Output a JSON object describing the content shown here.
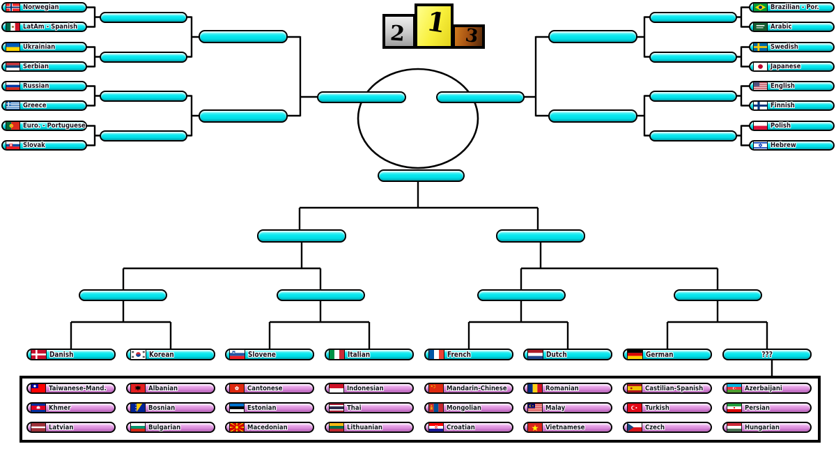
{
  "podium": {
    "first": "1",
    "second": "2",
    "third": "3"
  },
  "left_bracket": {
    "slots": [
      {
        "label": "Norwegian",
        "flag": "norway"
      },
      {
        "label": "LatAm - Spanish",
        "flag": "mexico"
      },
      {
        "label": "Ukrainian",
        "flag": "ukraine"
      },
      {
        "label": "Serbian",
        "flag": "serbia"
      },
      {
        "label": "Russian",
        "flag": "russia"
      },
      {
        "label": "Greece",
        "flag": "greece"
      },
      {
        "label": "Euro. - Portuguese",
        "flag": "portugal"
      },
      {
        "label": "Slovak",
        "flag": "slovakia"
      }
    ]
  },
  "right_bracket": {
    "slots": [
      {
        "label": "Brazilian - Por.",
        "flag": "brazil"
      },
      {
        "label": "Arabic",
        "flag": "saudi-arabia"
      },
      {
        "label": "Swedish",
        "flag": "sweden"
      },
      {
        "label": "Japanese",
        "flag": "japan"
      },
      {
        "label": "English",
        "flag": "usa"
      },
      {
        "label": "Finnish",
        "flag": "finland"
      },
      {
        "label": "Polish",
        "flag": "poland"
      },
      {
        "label": "Hebrew",
        "flag": "israel"
      }
    ]
  },
  "lower_bracket": {
    "slots": [
      {
        "label": "Danish",
        "flag": "denmark"
      },
      {
        "label": "Korean",
        "flag": "south-korea"
      },
      {
        "label": "Slovene",
        "flag": "slovenia"
      },
      {
        "label": "Italian",
        "flag": "italy"
      },
      {
        "label": "French",
        "flag": "france"
      },
      {
        "label": "Dutch",
        "flag": "netherlands"
      },
      {
        "label": "German",
        "flag": "germany"
      },
      {
        "label": "???",
        "flag": null
      }
    ]
  },
  "pool": {
    "rows": [
      [
        {
          "label": "Taiwanese-Mand.",
          "flag": "taiwan"
        },
        {
          "label": "Albanian",
          "flag": "albania"
        },
        {
          "label": "Cantonese",
          "flag": "hong-kong"
        },
        {
          "label": "Indonesian",
          "flag": "indonesia"
        },
        {
          "label": "Mandarin-Chinese",
          "flag": "china"
        },
        {
          "label": "Romanian",
          "flag": "romania"
        },
        {
          "label": "Castilian-Spanish",
          "flag": "spain"
        },
        {
          "label": "Azerbaijani",
          "flag": "azerbaijan"
        }
      ],
      [
        {
          "label": "Khmer",
          "flag": "cambodia"
        },
        {
          "label": "Bosnian",
          "flag": "bosnia"
        },
        {
          "label": "Estonian",
          "flag": "estonia"
        },
        {
          "label": "Thai",
          "flag": "thailand"
        },
        {
          "label": "Mongolian",
          "flag": "mongolia"
        },
        {
          "label": "Malay",
          "flag": "malaysia"
        },
        {
          "label": "Turkish",
          "flag": "turkey"
        },
        {
          "label": "Persian",
          "flag": "iran"
        }
      ],
      [
        {
          "label": "Latvian",
          "flag": "latvia"
        },
        {
          "label": "Bulgarian",
          "flag": "bulgaria"
        },
        {
          "label": "Macedonian",
          "flag": "macedonia"
        },
        {
          "label": "Lithuanian",
          "flag": "lithuania"
        },
        {
          "label": "Croatian",
          "flag": "croatia"
        },
        {
          "label": "Vietnamese",
          "flag": "vietnam"
        },
        {
          "label": "Czech",
          "flag": "czechia"
        },
        {
          "label": "Hungarian",
          "flag": "hungary"
        }
      ]
    ]
  },
  "colors": {
    "pill_cyan": "#00E4EC",
    "pill_pink": "#DB8FDB",
    "line": "#000000",
    "podium_gold": "#F5F02A",
    "podium_silver": "#C9C9C9",
    "podium_bronze": "#A85413"
  }
}
